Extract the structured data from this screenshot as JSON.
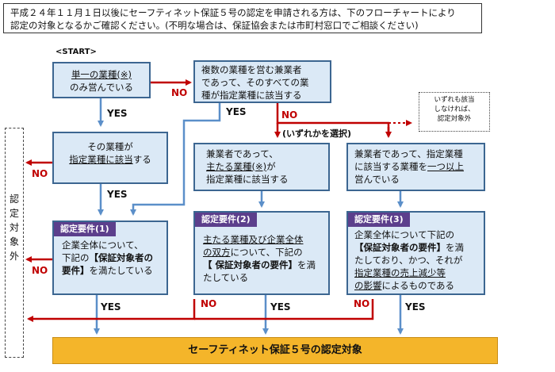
{
  "notice": {
    "line1": "平成２４年１１月１日以後にセーフティネット保証５号の認定を申請される方は、下のフローチャートにより",
    "line2": "認定の対象となるかご確認ください。(不明な場合は、保証協会または市町村窓口でご相談ください)"
  },
  "start_label": "<START>",
  "boxes": {
    "single": {
      "p1": "単一の業種(※)",
      "p2": "のみ営んでいる"
    },
    "multi": {
      "p1": "複数の業種を営む兼業者",
      "p2": "であって、そのすべての業",
      "p3": "種が指定業種に該当する"
    },
    "designated": {
      "p1": "その業種が",
      "p2": "指定業種に該当",
      "p3": "する"
    },
    "main": {
      "p1": "兼業者であって、",
      "p2": "主たる業種(※)",
      "p3": "が",
      "p4": "指定業種に該当する"
    },
    "one_or_more": {
      "p1": "兼業者であって、指定業種",
      "p2": "に該当する業種を",
      "p3": "一つ以上",
      "p4": "営んでいる"
    }
  },
  "requirements": {
    "r1": {
      "title": "認定要件(1)",
      "p1": "企業全体について、",
      "p2": "下記の",
      "p3": "【保証対象者の",
      "p4": "要件】",
      "p5": "を満たしている"
    },
    "r2": {
      "title": "認定要件(2)",
      "p1": "主たる業種及び企業全体",
      "p2": "の双方",
      "p3": "について、下記の",
      "p4": "【 保証対象者の要件】",
      "p5": "を満",
      "p6": "たしている"
    },
    "r3": {
      "title": "認定要件(3)",
      "p1": "企業全体について下記の",
      "p2": "【保証対象者の要件】",
      "p3": "を満",
      "p4": "たしており、かつ、それが",
      "p5": "指定業種の売上減少等",
      "p6": "の影響",
      "p7": "によるものである"
    }
  },
  "choose_label": "(いずれかを選択)",
  "note": {
    "p1": "いずれも該当",
    "p2": "しなければ、",
    "p3": "認定対象外"
  },
  "excluded_label": [
    "認",
    "定",
    "対",
    "象",
    "外"
  ],
  "final": "セーフティネット保証５号の認定対象",
  "yes": "YES",
  "no": "NO",
  "colors": {
    "box_fill": "#dbe9f6",
    "box_border": "#3c6691",
    "yes_arrow": "#5b8fc9",
    "no_arrow": "#c00000",
    "header": "#5c3f8c",
    "final": "#f4b52a"
  }
}
